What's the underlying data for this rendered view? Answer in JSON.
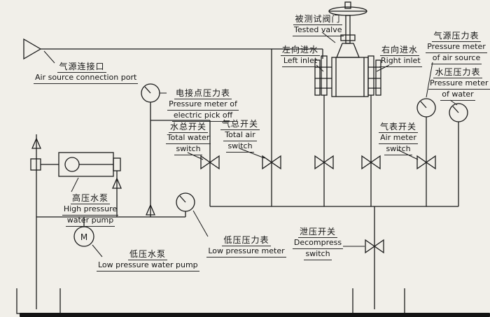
{
  "diagram": {
    "colors": {
      "ink": "#1b1b1b",
      "background": "#f1efe9"
    },
    "labels": {
      "air_source_port": {
        "zh": "气源连接口",
        "en": "Air source connection port"
      },
      "tested_valve": {
        "zh": "被测试阀门",
        "en": "Tested valve"
      },
      "left_inlet": {
        "zh": "左向进水",
        "en": "Left inlet"
      },
      "right_inlet": {
        "zh": "右向进水",
        "en": "Right inlet"
      },
      "air_source_meter": {
        "zh": "气源压力表",
        "en1": "Pressure meter",
        "en2": "of air source"
      },
      "water_meter": {
        "zh": "水压压力表",
        "en1": "Pressure meter",
        "en2": "of water"
      },
      "electric_meter": {
        "zh": "电接点压力表",
        "en1": "Pressure meter of",
        "en2": "electric pick off"
      },
      "total_water_switch": {
        "zh": "水总开关",
        "en1": "Total water",
        "en2": "switch"
      },
      "total_air_switch": {
        "zh": "气总开关",
        "en1": "Total air",
        "en2": "switch"
      },
      "air_meter_switch": {
        "zh": "气表开关",
        "en1": "Air meter",
        "en2": "switch"
      },
      "high_pressure_pump": {
        "zh": "高压水泵",
        "en1": "High pressure",
        "en2": "water pump"
      },
      "low_pressure_meter": {
        "zh": "低压压力表",
        "en": "Low pressure meter"
      },
      "low_pressure_pump": {
        "zh": "低压水泵",
        "en": "Low pressure water pump"
      },
      "decompress_switch": {
        "zh": "泄压开关",
        "en1": "Decompress",
        "en2": "switch"
      },
      "motor": "M"
    }
  }
}
